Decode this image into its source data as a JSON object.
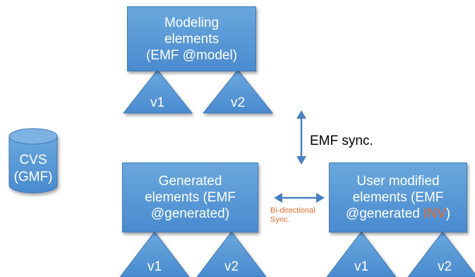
{
  "modeling_box": {
    "lines": [
      "Modeling",
      "elements",
      "(EMF @model)"
    ]
  },
  "generated_box": {
    "lines": [
      "Generated",
      "elements (EMF",
      "@generated)"
    ]
  },
  "user_box": {
    "lines": [
      "User modified",
      "elements (EMF",
      "@generated ",
      "INV",
      ")"
    ]
  },
  "versions": {
    "v1": "v1",
    "v2": "v2"
  },
  "repository": {
    "lines": [
      "CVS",
      "(GMF)"
    ]
  },
  "emf_sync_label": "EMF sync.",
  "bidirectional_label": {
    "lines": [
      "Bi-directional",
      "Sync."
    ]
  },
  "colors": {
    "box_fill": "#5b9bd5",
    "accent": "#e8682a",
    "arrow": "#4a7fc1"
  }
}
